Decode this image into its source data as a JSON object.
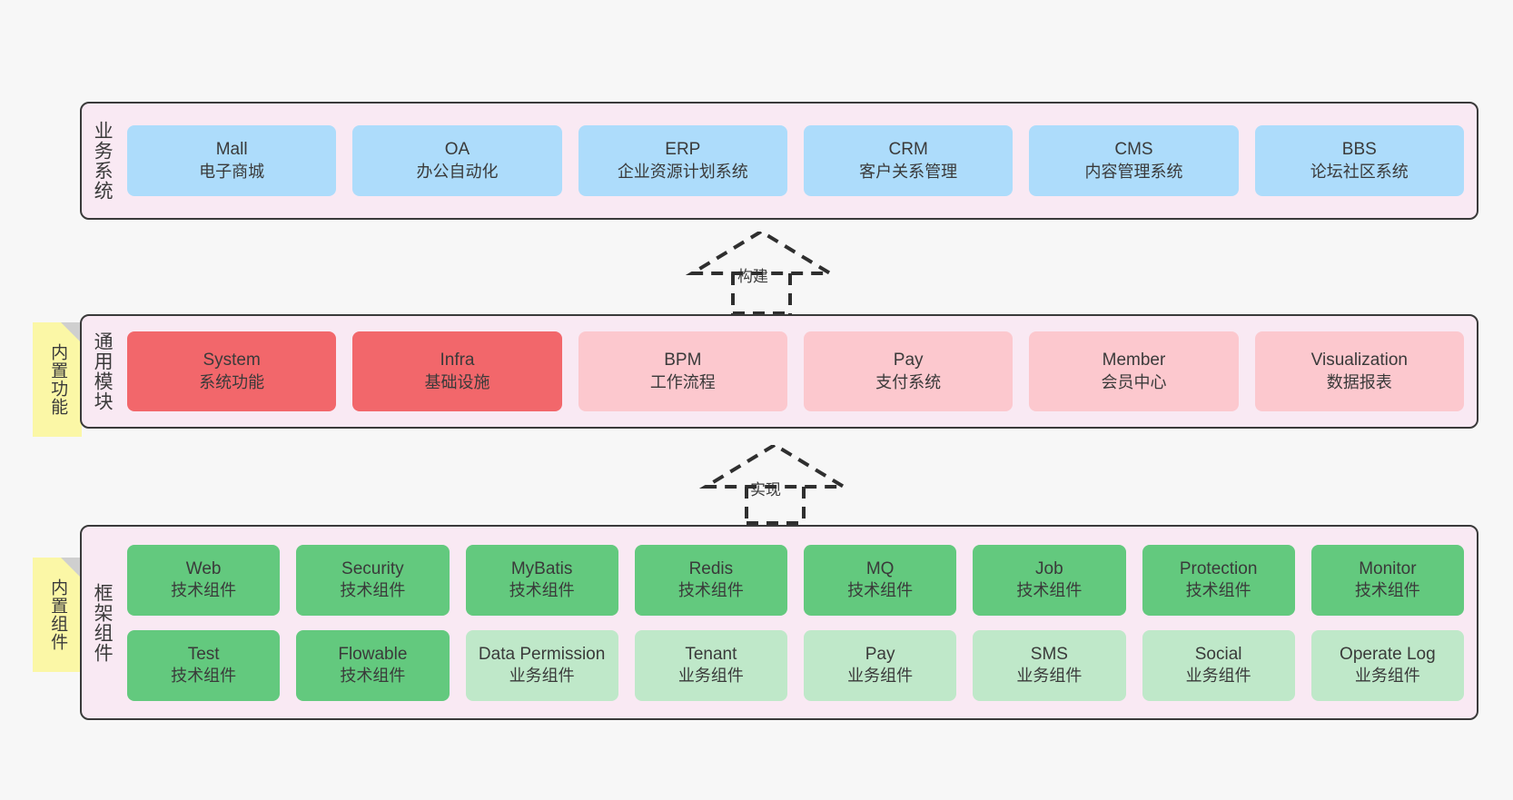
{
  "diagram": {
    "background_color": "#F7F7F7",
    "layer_band_color": "#F9E9F3",
    "layer_border_color": "#3A3A3A",
    "note_color": "#FBF7A6"
  },
  "layers": [
    {
      "id": "business-system",
      "title": "业务系统",
      "note": null,
      "rows": [
        {
          "cards": [
            {
              "title": "Mall",
              "sub": "电子商城",
              "color": "#ADDCFB",
              "variant": "blue"
            },
            {
              "title": "OA",
              "sub": "办公自动化",
              "color": "#ADDCFB",
              "variant": "blue"
            },
            {
              "title": "ERP",
              "sub": "企业资源计划系统",
              "color": "#ADDCFB",
              "variant": "blue"
            },
            {
              "title": "CRM",
              "sub": "客户关系管理",
              "color": "#ADDCFB",
              "variant": "blue"
            },
            {
              "title": "CMS",
              "sub": "内容管理系统",
              "color": "#ADDCFB",
              "variant": "blue"
            },
            {
              "title": "BBS",
              "sub": "论坛社区系统",
              "color": "#ADDCFB",
              "variant": "blue"
            }
          ]
        }
      ]
    },
    {
      "id": "common-module",
      "title": "通用模块",
      "note": "内置功能",
      "rows": [
        {
          "cards": [
            {
              "title": "System",
              "sub": "系统功能",
              "color": "#F2676B",
              "variant": "red"
            },
            {
              "title": "Infra",
              "sub": "基础设施",
              "color": "#F2676B",
              "variant": "red"
            },
            {
              "title": "BPM",
              "sub": "工作流程",
              "color": "#FCC8CE",
              "variant": "pink"
            },
            {
              "title": "Pay",
              "sub": "支付系统",
              "color": "#FCC8CE",
              "variant": "pink"
            },
            {
              "title": "Member",
              "sub": "会员中心",
              "color": "#FCC8CE",
              "variant": "pink"
            },
            {
              "title": "Visualization",
              "sub": "数据报表",
              "color": "#FCC8CE",
              "variant": "pink"
            }
          ]
        }
      ]
    },
    {
      "id": "framework-component",
      "title": "框架组件",
      "note": "内置组件",
      "rows": [
        {
          "cards": [
            {
              "title": "Web",
              "sub": "技术组件",
              "color": "#63C97E",
              "variant": "green"
            },
            {
              "title": "Security",
              "sub": "技术组件",
              "color": "#63C97E",
              "variant": "green"
            },
            {
              "title": "MyBatis",
              "sub": "技术组件",
              "color": "#63C97E",
              "variant": "green"
            },
            {
              "title": "Redis",
              "sub": "技术组件",
              "color": "#63C97E",
              "variant": "green"
            },
            {
              "title": "MQ",
              "sub": "技术组件",
              "color": "#63C97E",
              "variant": "green"
            },
            {
              "title": "Job",
              "sub": "技术组件",
              "color": "#63C97E",
              "variant": "green"
            },
            {
              "title": "Protection",
              "sub": "技术组件",
              "color": "#63C97E",
              "variant": "green"
            },
            {
              "title": "Monitor",
              "sub": "技术组件",
              "color": "#63C97E",
              "variant": "green"
            }
          ]
        },
        {
          "cards": [
            {
              "title": "Test",
              "sub": "技术组件",
              "color": "#63C97E",
              "variant": "green"
            },
            {
              "title": "Flowable",
              "sub": "技术组件",
              "color": "#63C97E",
              "variant": "green"
            },
            {
              "title": "Data Permission",
              "sub": "业务组件",
              "color": "#BFE8C9",
              "variant": "lgreen"
            },
            {
              "title": "Tenant",
              "sub": "业务组件",
              "color": "#BFE8C9",
              "variant": "lgreen"
            },
            {
              "title": "Pay",
              "sub": "业务组件",
              "color": "#BFE8C9",
              "variant": "lgreen"
            },
            {
              "title": "SMS",
              "sub": "业务组件",
              "color": "#BFE8C9",
              "variant": "lgreen"
            },
            {
              "title": "Social",
              "sub": "业务组件",
              "color": "#BFE8C9",
              "variant": "lgreen"
            },
            {
              "title": "Operate Log",
              "sub": "业务组件",
              "color": "#BFE8C9",
              "variant": "lgreen"
            }
          ]
        }
      ]
    }
  ],
  "connectors": [
    {
      "id": "build",
      "label": "构建",
      "from": "common-module",
      "to": "business-system"
    },
    {
      "id": "implement",
      "label": "实现",
      "from": "framework-component",
      "to": "common-module"
    }
  ]
}
